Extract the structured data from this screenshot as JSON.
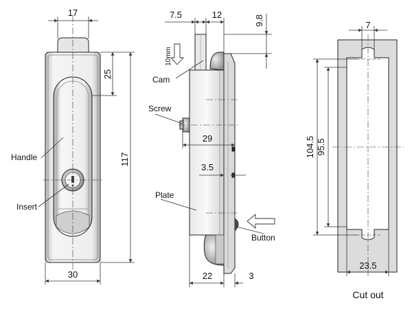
{
  "labels": {
    "handle": "Handle",
    "insert": "Insert",
    "cam": "Cam",
    "screw": "Screw",
    "plate": "Plate",
    "button": "Button",
    "cutout": "Cut out",
    "cam_travel": "10mm"
  },
  "dimensions": {
    "front_top_width": "17",
    "front_top_offset": "25",
    "front_height": "117",
    "front_width": "30",
    "side_top_offset": "7.5",
    "side_top_width": "12",
    "side_top_height": "9.8",
    "side_depth": "29",
    "side_gap": "3.5",
    "side_body_depth": "22",
    "side_plate_thickness": "3",
    "cutout_slot_width": "7",
    "cutout_height_outer": "104.5",
    "cutout_height_inner": "95.5",
    "cutout_width": "23.5"
  },
  "colors": {
    "line": "#222222",
    "body_light": "#f2f2f2",
    "body_mid": "#d8d8d8",
    "body_dark": "#9a9a9a",
    "plate_fill": "#dcdcdc",
    "dim_line": "#333333"
  }
}
